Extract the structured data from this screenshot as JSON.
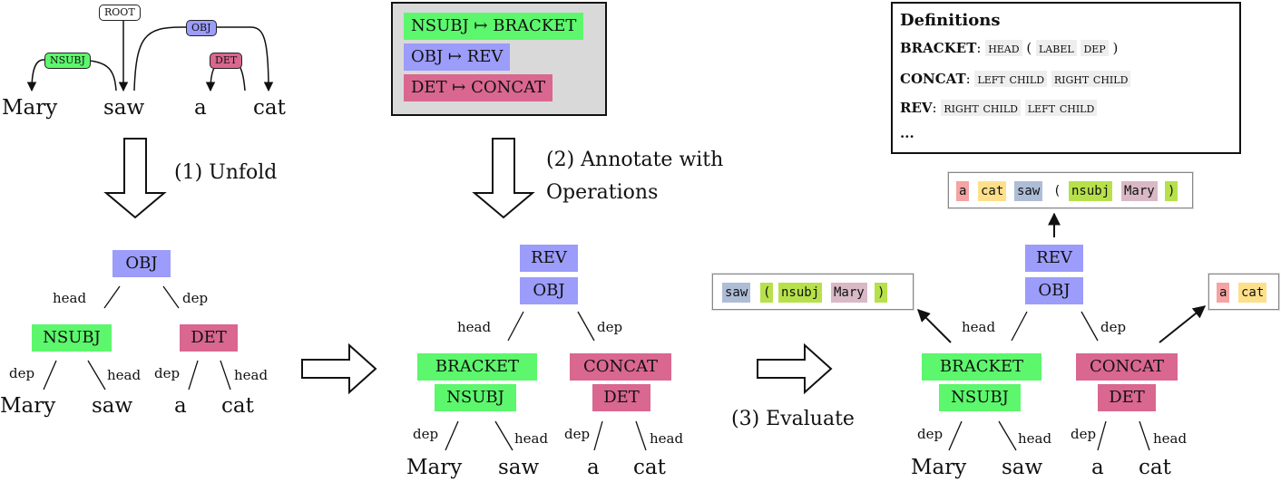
{
  "dependency": {
    "words": [
      "Mary",
      "saw",
      "a",
      "cat"
    ],
    "tags": [
      "ROOT",
      "NSUBJ",
      "OBJ",
      "DET"
    ]
  },
  "mapping": [
    {
      "text": "NSUBJ ↦ BRACKET",
      "color": "#5cf76c"
    },
    {
      "text": "OBJ ↦ REV",
      "color": "#9c9cfa"
    },
    {
      "text": "DET ↦ CONCAT",
      "color": "#d9678f"
    }
  ],
  "definitions": {
    "title": "Definitions",
    "bracket_name": "BRACKET",
    "bracket_parts": [
      "head",
      "(",
      "label",
      "dep",
      ")"
    ],
    "concat_name": "CONCAT",
    "concat_parts": [
      "left child",
      "right child"
    ],
    "rev_name": "REV",
    "rev_parts": [
      "right child",
      "left child"
    ],
    "ellipsis": "..."
  },
  "steps": {
    "unfold": "(1) Unfold",
    "annotate_line1": "(2) Annotate with",
    "annotate_line2": "Operations",
    "evaluate": "(3) Evaluate"
  },
  "tree": {
    "root": "OBJ",
    "left": "NSUBJ",
    "right": "DET",
    "head": "head",
    "dep": "dep",
    "leaves": [
      "Mary",
      "saw",
      "a",
      "cat"
    ]
  },
  "ops": {
    "rev": "REV",
    "bracket": "BRACKET",
    "concat": "CONCAT"
  },
  "results": {
    "top": [
      "a",
      "cat",
      "saw",
      "(",
      "nsubj",
      "Mary",
      ")"
    ],
    "left": [
      "saw",
      "(",
      "nsubj",
      "Mary",
      ")"
    ],
    "right": [
      "a",
      "cat"
    ]
  }
}
